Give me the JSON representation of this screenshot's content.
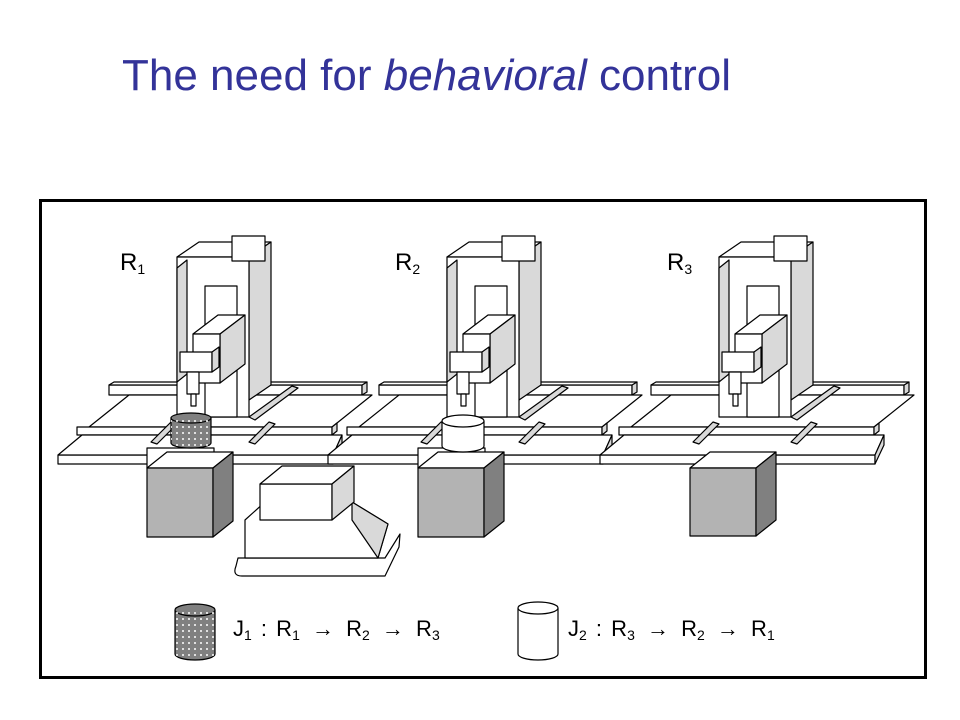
{
  "slide": {
    "title_prefix": "The need for ",
    "title_emphasis": "behavioral",
    "title_suffix": " control"
  },
  "colors": {
    "title": "#333399",
    "frame": "#000000",
    "machine_fill": "#ffffff",
    "machine_shade": "#d9d9d9",
    "block_front": "#b3b3b3",
    "block_side": "#808080",
    "job1_fill": "#808080"
  },
  "robots": [
    {
      "letter": "R",
      "index": "1"
    },
    {
      "letter": "R",
      "index": "2"
    },
    {
      "letter": "R",
      "index": "3"
    }
  ],
  "jobs": [
    {
      "id_letter": "J",
      "id_index": "1",
      "icon": "dotted-cylinder-icon",
      "route": [
        {
          "letter": "R",
          "index": "1"
        },
        {
          "letter": "R",
          "index": "2"
        },
        {
          "letter": "R",
          "index": "3"
        }
      ]
    },
    {
      "id_letter": "J",
      "id_index": "2",
      "icon": "white-cylinder-icon",
      "route": [
        {
          "letter": "R",
          "index": "3"
        },
        {
          "letter": "R",
          "index": "2"
        },
        {
          "letter": "R",
          "index": "1"
        }
      ]
    }
  ],
  "symbols": {
    "colon": ":",
    "arrow": "→"
  }
}
